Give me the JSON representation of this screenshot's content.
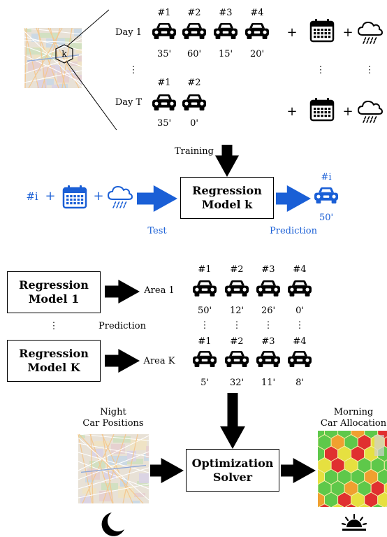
{
  "section1": {
    "area_label": "k",
    "day1_label": "Day 1",
    "dayT_label": "Day T",
    "day1_cars": [
      {
        "id": "#1",
        "time": "35'"
      },
      {
        "id": "#2",
        "time": "60'"
      },
      {
        "id": "#3",
        "time": "15'"
      },
      {
        "id": "#4",
        "time": "20'"
      }
    ],
    "dayT_cars": [
      {
        "id": "#1",
        "time": "35'"
      },
      {
        "id": "#2",
        "time": "0'"
      }
    ],
    "plus": "+",
    "vdots": "⋮"
  },
  "section2": {
    "training_label": "Training",
    "model_label": "Regression\nModel k",
    "input_label": "#i",
    "test_label": "Test",
    "prediction_label": "Prediction",
    "output_id": "#i",
    "output_time": "50'"
  },
  "section3": {
    "model1_label": "Regression\nModel 1",
    "modelK_label": "Regression\nModel K",
    "area1_label": "Area 1",
    "areaK_label": "Area K",
    "prediction_label": "Prediction",
    "area1_cars": [
      {
        "id": "#1",
        "time": "50'"
      },
      {
        "id": "#2",
        "time": "12'"
      },
      {
        "id": "#3",
        "time": "26'"
      },
      {
        "id": "#4",
        "time": "0'"
      }
    ],
    "areaK_cars": [
      {
        "id": "#1",
        "time": "5'"
      },
      {
        "id": "#2",
        "time": "32'"
      },
      {
        "id": "#3",
        "time": "11'"
      },
      {
        "id": "#4",
        "time": "8'"
      }
    ]
  },
  "section4": {
    "night_label_1": "Night",
    "night_label_2": "Car Positions",
    "morning_label_1": "Morning",
    "morning_label_2": "Car Allocation",
    "solver_label": "Optimization\nSolver"
  },
  "colors": {
    "blue": "#1a5fd6",
    "black": "#000000",
    "hex_red": "#e03030",
    "hex_orange": "#f0a030",
    "hex_yellow": "#e6e040",
    "hex_green": "#5ec84a"
  },
  "icons": [
    "car-icon",
    "calendar-icon",
    "rain-cloud-icon",
    "moon-icon",
    "sunrise-icon",
    "map-thumbnail",
    "arrow-icon"
  ]
}
